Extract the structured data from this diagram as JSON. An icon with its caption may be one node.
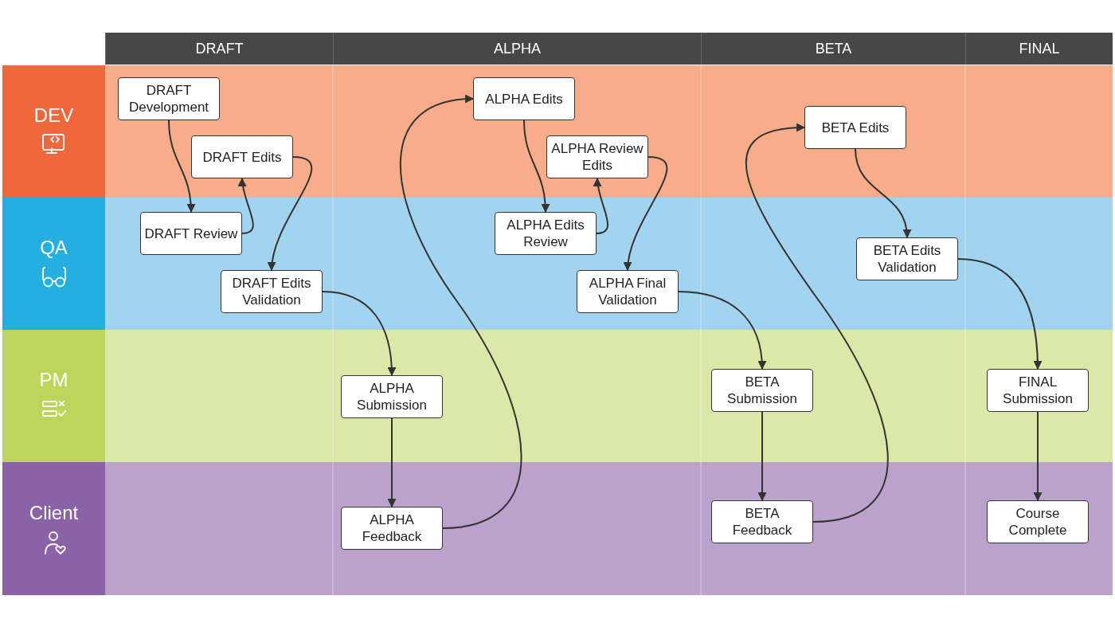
{
  "diagram": {
    "nodes": [
      {
        "text": [
          "DRAFT"
        ]
      },
      {
        "text": [
          "ALPHA"
        ]
      },
      {
        "text": [
          "BETA"
        ]
      },
      {
        "text": [
          "FINAL"
        ]
      },
      {
        "text": [
          "DEV"
        ]
      },
      {
        "text": [
          "QA"
        ]
      },
      {
        "text": [
          "PM"
        ]
      },
      {
        "text": [
          "Client"
        ]
      },
      {
        "text": [
          "DRAFT Development"
        ],
        "in": 4
      },
      {
        "text": [
          "DRAFT Edits"
        ],
        "in": 4
      },
      {
        "text": [
          "ALPHA Edits"
        ],
        "in": 4
      },
      {
        "text": [
          "ALPHA Review Edits"
        ],
        "in": 4
      },
      {
        "text": [
          "BETA Edits"
        ],
        "in": 4
      },
      {
        "text": [
          "DRAFT Review"
        ],
        "in": 5
      },
      {
        "text": [
          "DRAFT Edits Validation"
        ],
        "in": 5
      },
      {
        "text": [
          "ALPHA Edits Review"
        ],
        "in": 5
      },
      {
        "text": [
          "ALPHA Final Validation"
        ],
        "in": 5
      },
      {
        "text": [
          "BETA Edits Validation"
        ],
        "in": 5
      },
      {
        "text": [
          "ALPHA Submission"
        ],
        "in": 6
      },
      {
        "text": [
          "BETA Submission"
        ],
        "in": 6
      },
      {
        "text": [
          "FINAL Submission"
        ],
        "in": 6
      },
      {
        "text": [
          "ALPHA Feedback"
        ],
        "in": 7
      },
      {
        "text": [
          "BETA Feedback"
        ],
        "in": 7
      },
      {
        "text": [
          "Course Complete"
        ],
        "in": 7
      }
    ],
    "edges": [
      {
        "from": 8,
        "to": 13,
        "arrow": "to"
      },
      {
        "from": 13,
        "to": 9,
        "arrow": "to"
      },
      {
        "from": 9,
        "to": 14,
        "arrow": "to"
      },
      {
        "from": 14,
        "to": 18,
        "arrow": "to"
      },
      {
        "from": 18,
        "to": 21,
        "arrow": "to"
      },
      {
        "from": 21,
        "to": 10,
        "arrow": "to"
      },
      {
        "from": 10,
        "to": 15,
        "arrow": "to"
      },
      {
        "from": 15,
        "to": 11,
        "arrow": "to"
      },
      {
        "from": 11,
        "to": 16,
        "arrow": "to"
      },
      {
        "from": 16,
        "to": 19,
        "arrow": "to"
      },
      {
        "from": 19,
        "to": 22,
        "arrow": "to"
      },
      {
        "from": 22,
        "to": 12,
        "arrow": "to"
      },
      {
        "from": 12,
        "to": 17,
        "arrow": "to"
      },
      {
        "from": 17,
        "to": 20,
        "arrow": "to"
      },
      {
        "from": 20,
        "to": 23,
        "arrow": "to"
      }
    ]
  }
}
